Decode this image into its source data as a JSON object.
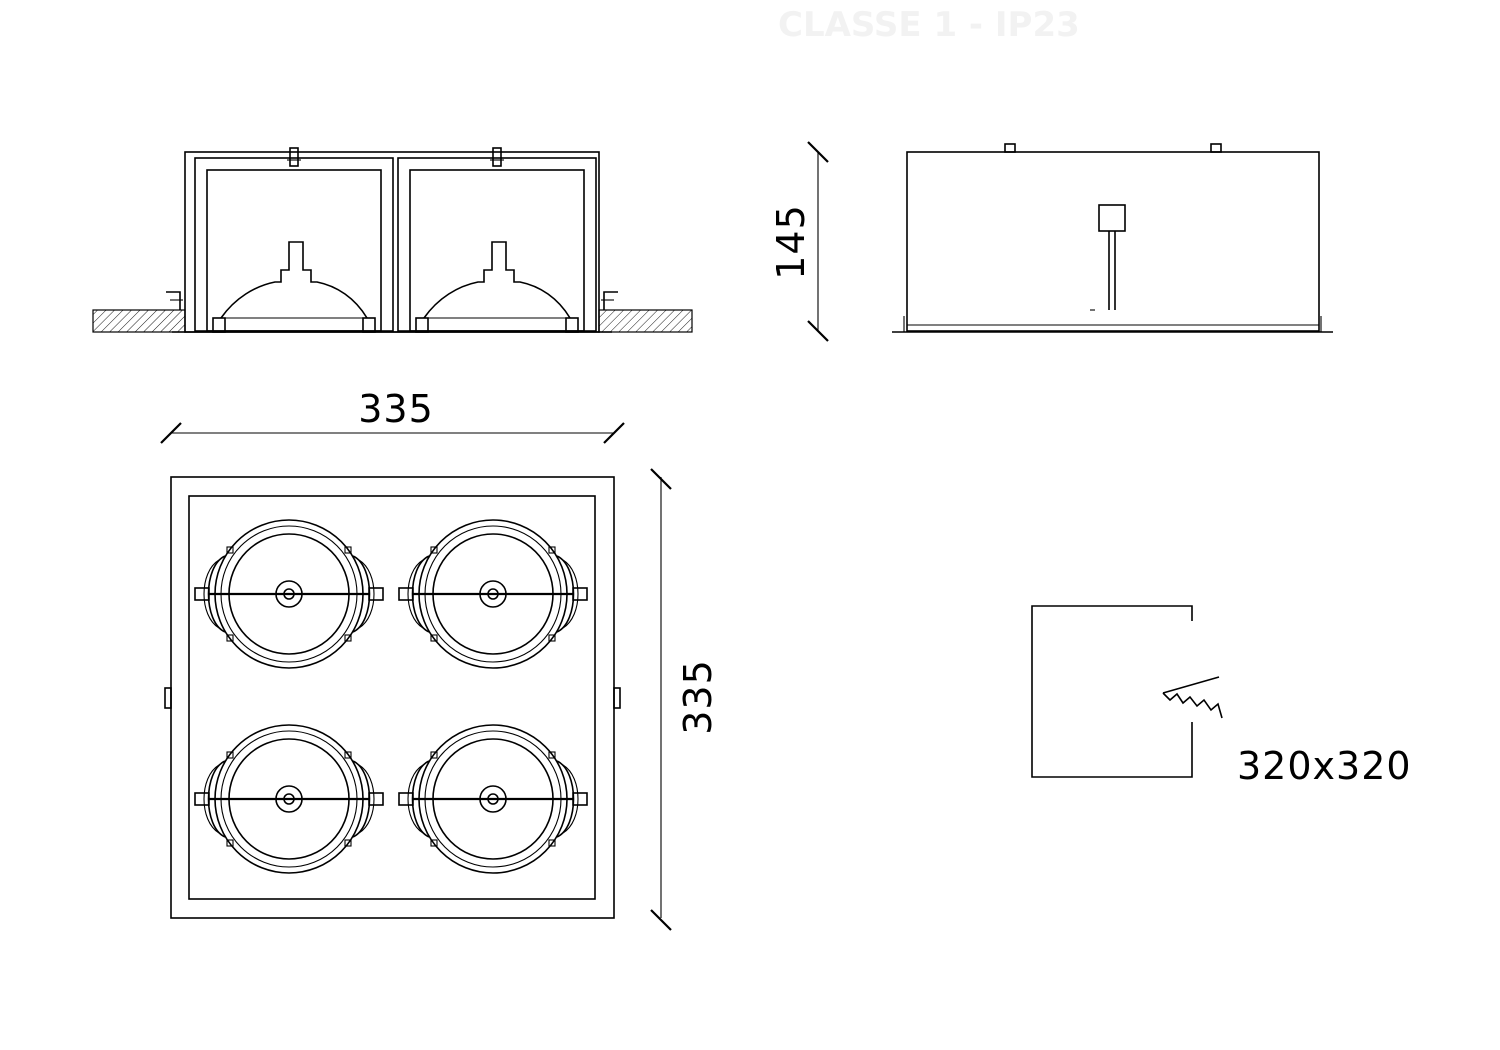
{
  "header": {
    "classification": "CLASSE 1 - IP23"
  },
  "dimensions": {
    "front_width": "335",
    "side_height": "335",
    "depth": "145",
    "cutout": "320x320"
  }
}
